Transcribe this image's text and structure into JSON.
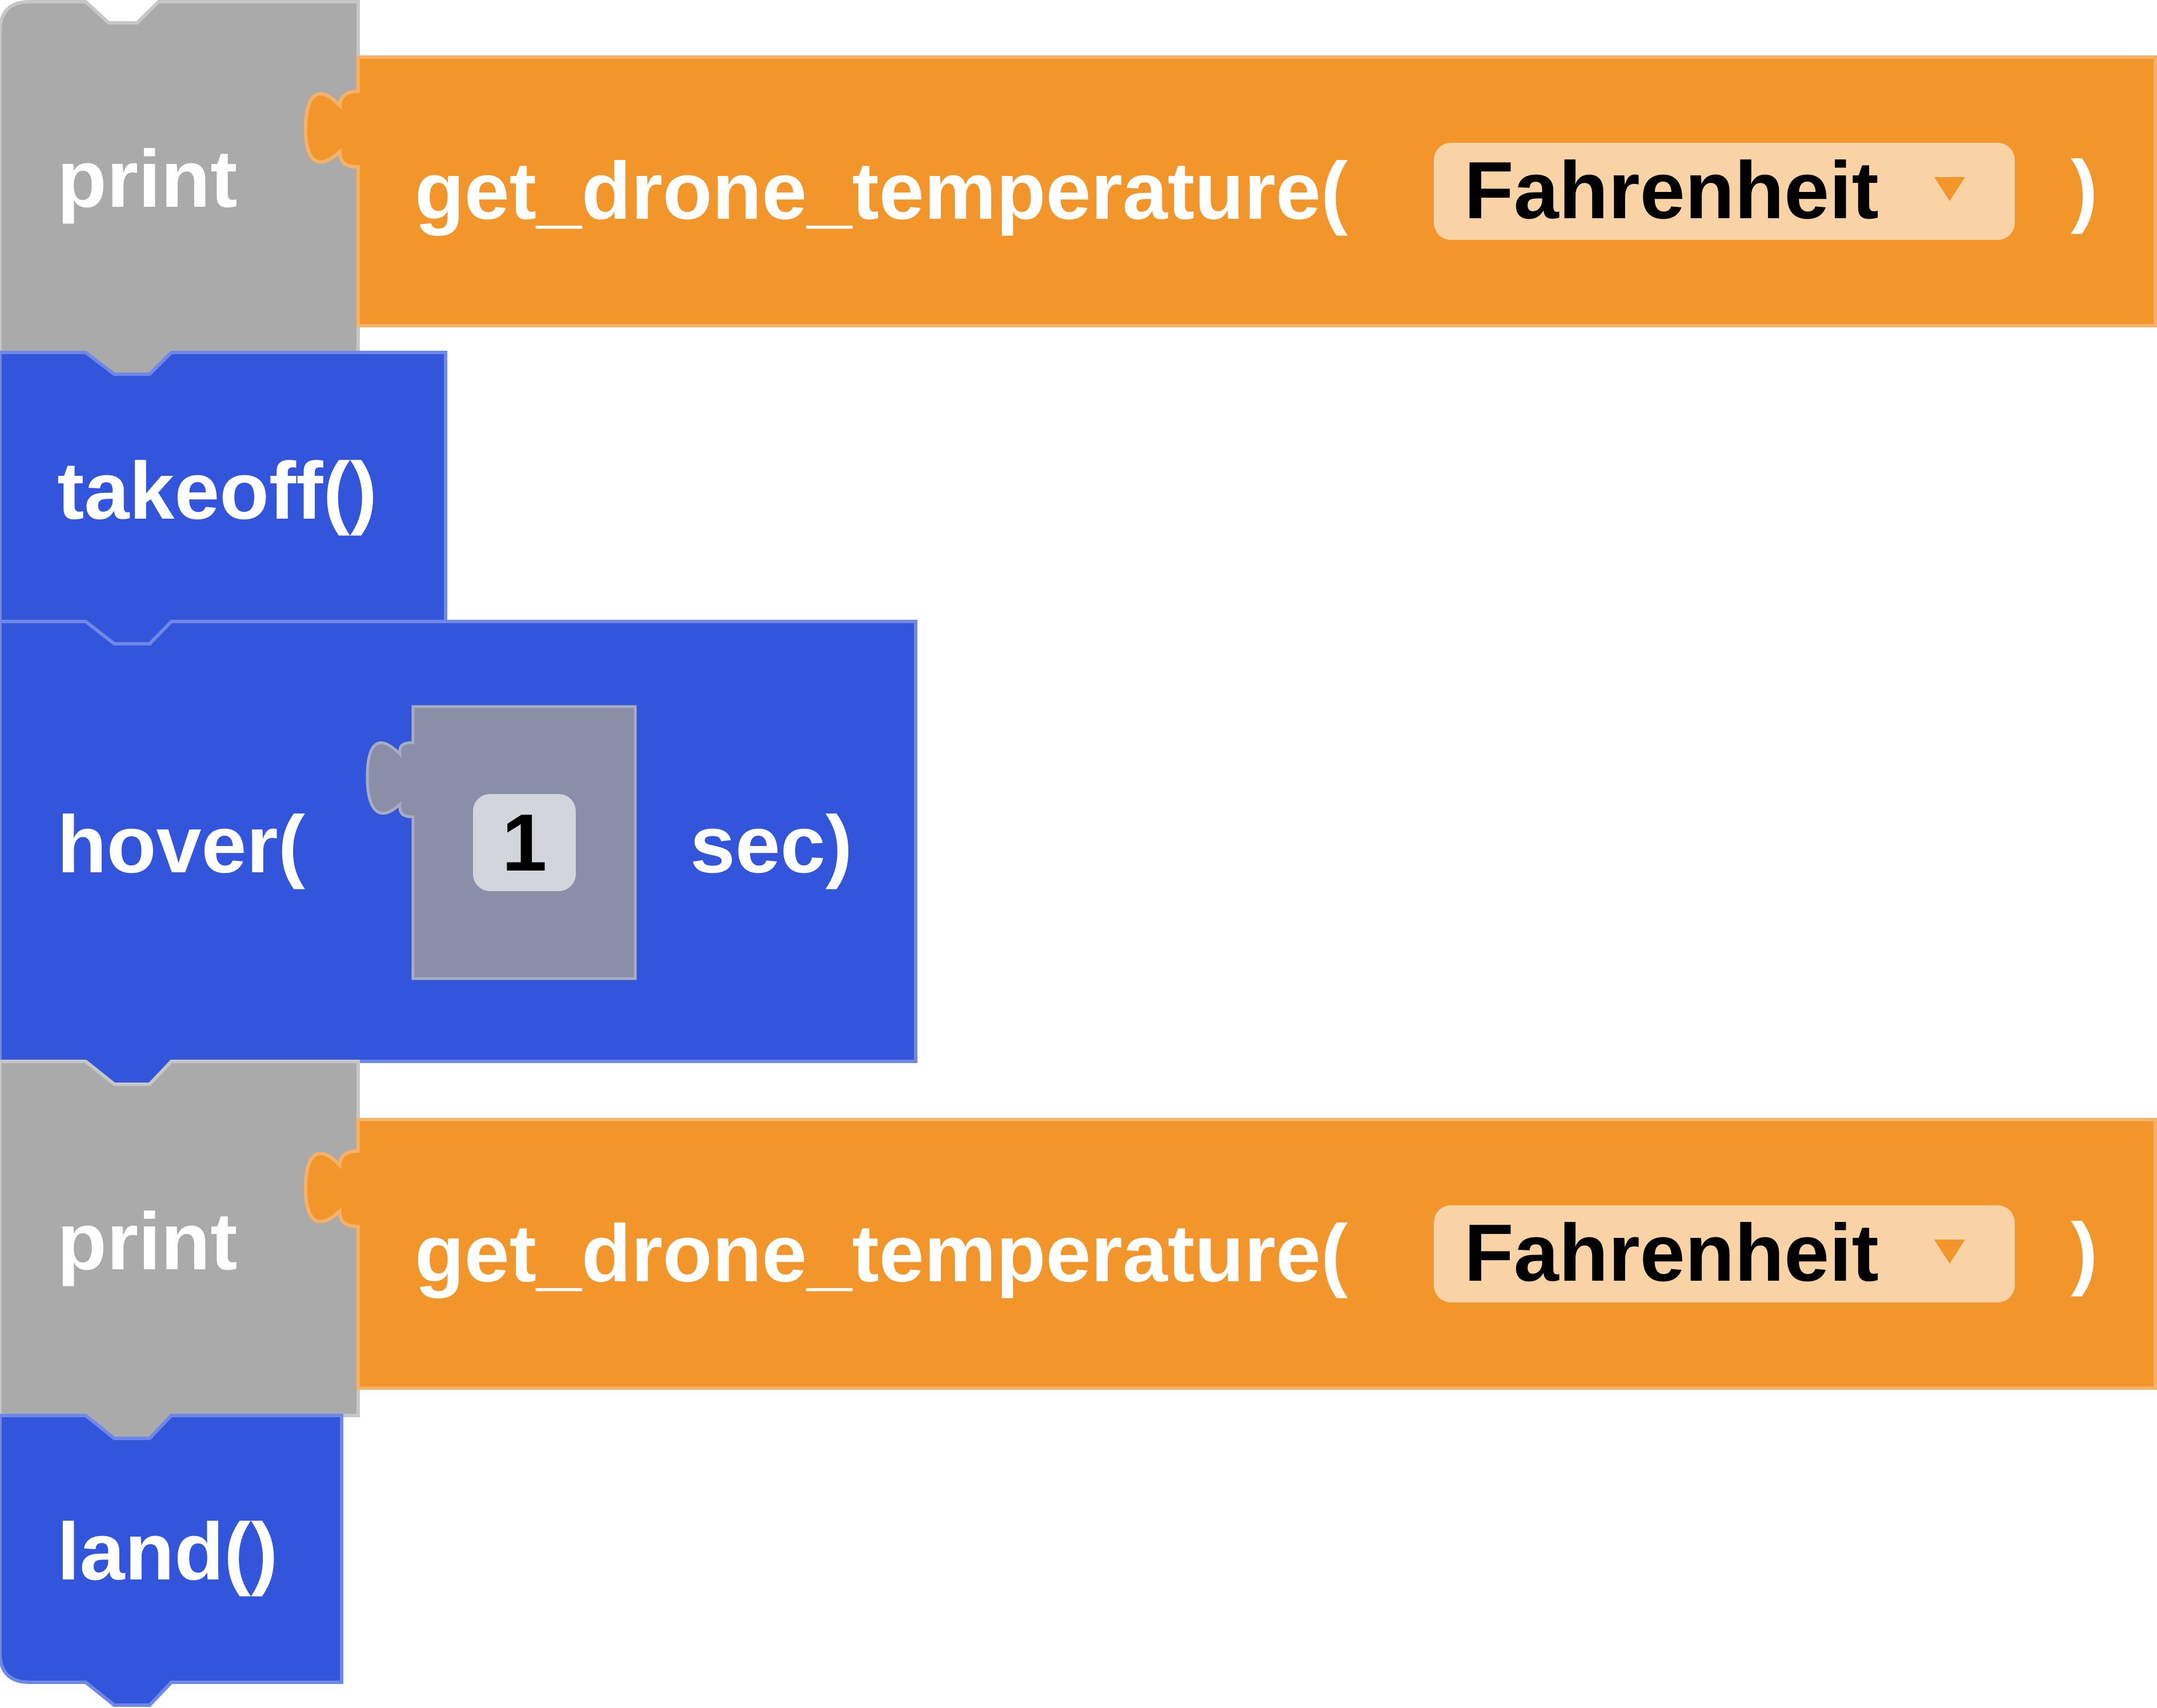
{
  "workspace": {
    "blocks": [
      {
        "type": "print",
        "label": "print",
        "value_block": {
          "label": "get_drone_temperature(",
          "dropdown": {
            "selected": "Fahrenheit",
            "arrow_icon": "dropdown-arrow-icon"
          },
          "close": ")"
        }
      },
      {
        "type": "takeoff",
        "label": "takeoff()"
      },
      {
        "type": "hover",
        "label": "hover(",
        "number_input": {
          "value": "1"
        },
        "suffix": "sec)"
      },
      {
        "type": "print",
        "label": "print",
        "value_block": {
          "label": "get_drone_temperature(",
          "dropdown": {
            "selected": "Fahrenheit",
            "arrow_icon": "dropdown-arrow-icon"
          },
          "close": ")"
        }
      },
      {
        "type": "land",
        "label": "land()"
      }
    ]
  },
  "colors": {
    "print_block": "#AAAAAA",
    "print_block_border": "#C6C6C6",
    "sensor_block": "#F2952B",
    "sensor_block_border": "#F5B266",
    "dropdown_field": "#F9D3A5",
    "dropdown_arrow": "#F2952B",
    "drone_block": "#3355DB",
    "drone_block_border": "#6F87E7",
    "number_shadow_block": "#8A8EA6",
    "number_field": "#D3D5DD",
    "white_text": "#FFFFFF",
    "dark_text": "#000000"
  }
}
